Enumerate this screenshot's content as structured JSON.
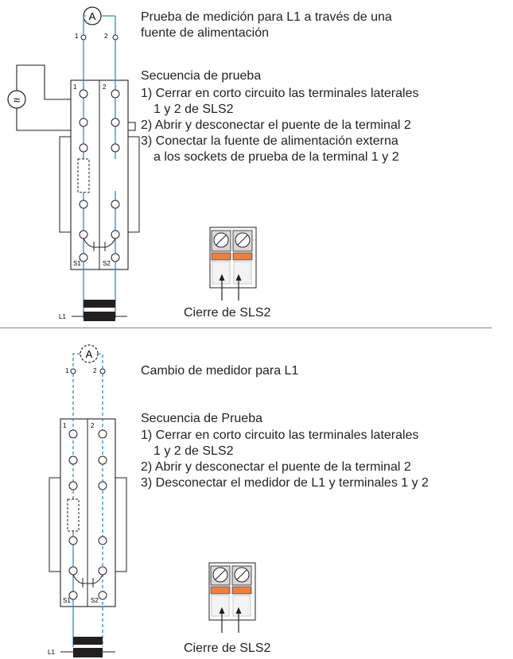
{
  "top": {
    "title_line1": "Prueba de medición para L1 a través de una",
    "title_line2": "fuente de alimentación",
    "sequence_title": "Secuencia de prueba",
    "steps": [
      "1) Cerrar en corto circuito las terminales laterales",
      "1 y 2 de SLS2",
      "2) Abrir y desconectar el puente de la terminal 2",
      "3) Conectar la fuente de alimentación externa",
      "a los sockets de prueba de la terminal 1 y 2"
    ],
    "caption": "Cierre de SLS2",
    "labels": {
      "ammeter": "A",
      "terminal_1": "1",
      "terminal_2": "2",
      "socket_1": "1",
      "socket_2": "2",
      "ac_source": "≈",
      "s1": "S1",
      "s2": "S2",
      "line": "L1"
    }
  },
  "bottom": {
    "title": "Cambio de medidor para L1",
    "sequence_title": "Secuencia de Prueba",
    "steps": [
      "1) Cerrar en corto circuito las terminales laterales",
      "1 y 2 de SLS2",
      "2) Abrir y desconectar el puente de la terminal 2",
      "3) Desconectar el medidor de L1 y terminales 1 y 2"
    ],
    "caption": "Cierre de SLS2",
    "labels": {
      "ammeter": "A",
      "terminal_1": "1",
      "terminal_2": "2",
      "socket_1": "1",
      "socket_2": "2",
      "s1": "S1",
      "s2": "S2",
      "line": "L1"
    }
  },
  "colors": {
    "wire": "#2e8bc9",
    "outline": "#231f20",
    "clamp_orange": "#f07f3c",
    "clamp_gray": "#bdbdbd"
  }
}
